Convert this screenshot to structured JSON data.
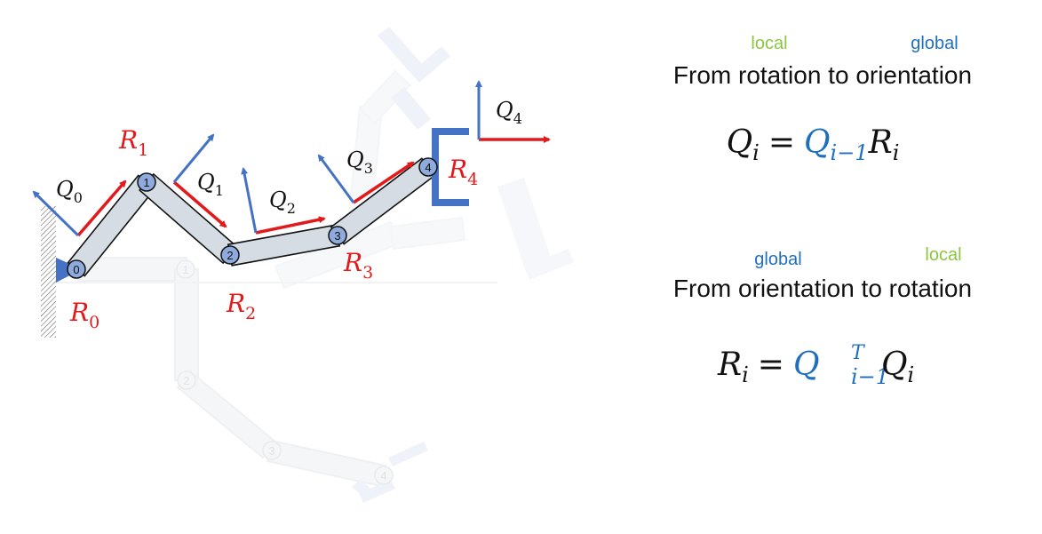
{
  "colors": {
    "red": "#e31a1c",
    "blue": "#4472c4",
    "formula_blue": "#1f6fbf",
    "green": "#8cc63f",
    "link_fill": "#d5dce4",
    "joint_fill": "#8faadc",
    "ghost": "#e9ecf0",
    "black": "#111111"
  },
  "joints": [
    "0",
    "1",
    "2",
    "3",
    "4"
  ],
  "ghost_joints": [
    "1",
    "2",
    "3",
    "4"
  ],
  "frames": {
    "Q0": {
      "sym": "Q",
      "sub": "0"
    },
    "Q1": {
      "sym": "Q",
      "sub": "1"
    },
    "Q2": {
      "sym": "Q",
      "sub": "2"
    },
    "Q3": {
      "sym": "Q",
      "sub": "3"
    },
    "Q4": {
      "sym": "Q",
      "sub": "4"
    }
  },
  "rotations": {
    "R0": {
      "sym": "R",
      "sub": "0"
    },
    "R1": {
      "sym": "R",
      "sub": "1"
    },
    "R2": {
      "sym": "R",
      "sub": "2"
    },
    "R3": {
      "sym": "R",
      "sub": "3"
    },
    "R4": {
      "sym": "R",
      "sub": "4"
    }
  },
  "section1": {
    "left_tag": "local",
    "right_tag": "global",
    "title": "From rotation to orientation",
    "formula": {
      "lhs": "Q",
      "lhs_sub": "i",
      "eq": "=",
      "q": "Q",
      "q_sub": "i−1",
      "r": "R",
      "r_sub": "i"
    }
  },
  "section2": {
    "left_tag": "global",
    "right_tag": "local",
    "title": "From orientation to rotation",
    "formula": {
      "lhs": "R",
      "lhs_sub": "i",
      "eq": "=",
      "q": "Q",
      "q_sup": "T",
      "q_sub": "i−1",
      "r": "Q",
      "r_sub": "i"
    }
  }
}
